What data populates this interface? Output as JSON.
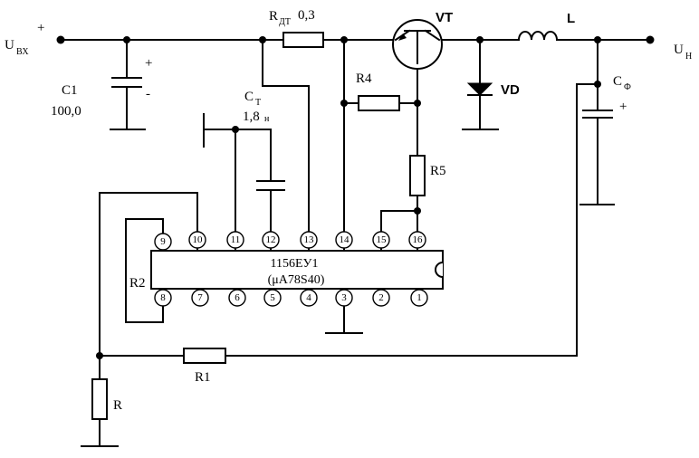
{
  "labels": {
    "uin": "U",
    "uin_sub": "ВХ",
    "uin_plus": "+",
    "c1_name": "C1",
    "c1_value": "100,0",
    "c1_plus": "+",
    "c1_minus": "-",
    "rdt": "R",
    "rdt_sub": "ДТ",
    "rdt_value": "0,3",
    "vt": "VT",
    "l": "L",
    "vd": "VD",
    "uout": "U",
    "uout_sub": "Н",
    "cf": "C",
    "cf_sub": "Ф",
    "cf_plus": "+",
    "ct": "C",
    "ct_sub": "Т",
    "ct_value": "1,8",
    "ct_unit": "н",
    "r4": "R4",
    "r5": "R5",
    "r2": "R2",
    "r1": "R1",
    "r": "R"
  },
  "chip": {
    "name": "1156ЕУ1",
    "analog": "(μA78S40)"
  },
  "pins": {
    "top": [
      "9",
      "10",
      "11",
      "12",
      "13",
      "14",
      "15",
      "16"
    ],
    "bottom": [
      "8",
      "7",
      "6",
      "5",
      "4",
      "3",
      "2",
      "1"
    ]
  }
}
